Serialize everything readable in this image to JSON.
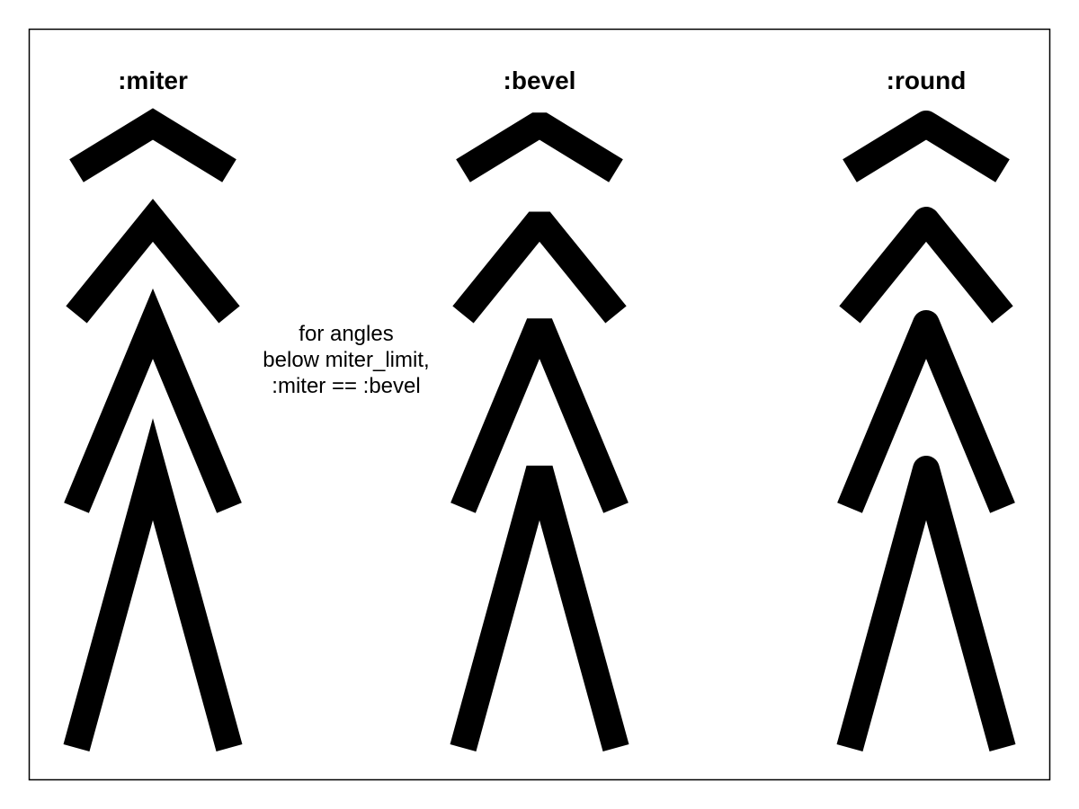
{
  "columns": [
    {
      "title": ":miter",
      "join": "miter"
    },
    {
      "title": ":bevel",
      "join": "bevel"
    },
    {
      "title": ":round",
      "join": "round"
    }
  ],
  "note": {
    "lines": [
      "for angles",
      "below miter_limit,",
      ":miter == :bevel"
    ]
  },
  "colors": {
    "stroke": "#000000",
    "background": "#ffffff",
    "border": "#000000"
  }
}
